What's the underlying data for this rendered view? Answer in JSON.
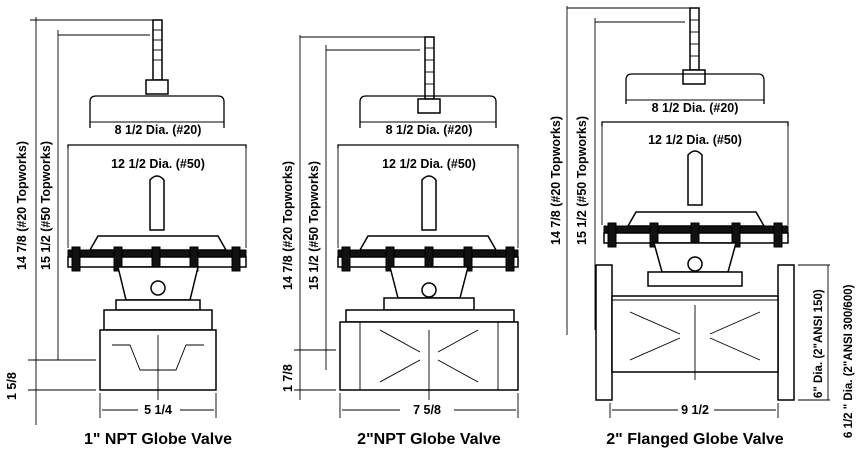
{
  "valves": [
    {
      "caption": "1\" NPT Globe Valve",
      "top_dia_20": "8 1/2 Dia. (#20)",
      "top_dia_50": "12 1/2 Dia. (#50)",
      "height_20": "14 7/8 (#20 Topworks)",
      "height_50": "15 1/2 (#50 Topworks)",
      "side_dim": "1 5/8",
      "bottom_dim": "5 1/4"
    },
    {
      "caption": "2\"NPT Globe Valve",
      "top_dia_20": "8 1/2 Dia. (#20)",
      "top_dia_50": "12 1/2 Dia. (#50)",
      "height_20": "14 7/8 (#20 Topworks)",
      "height_50": "15 1/2 (#50 Topworks)",
      "side_dim": "1 7/8",
      "bottom_dim": "7 5/8"
    },
    {
      "caption": "2\" Flanged Globe Valve",
      "top_dia_20": "8 1/2 Dia. (#20)",
      "top_dia_50": "12 1/2 Dia. (#50)",
      "height_20": "14 7/8 (#20 Topworks)",
      "height_50": "15 1/2 (#50 Topworks)",
      "flange_dia_150": "6\" Dia. (2\"ANSI 150)",
      "flange_dia_300": "6 1/2 \" Dia. (2\"ANSI 300/600)",
      "bottom_dim": "9 1/2"
    }
  ]
}
